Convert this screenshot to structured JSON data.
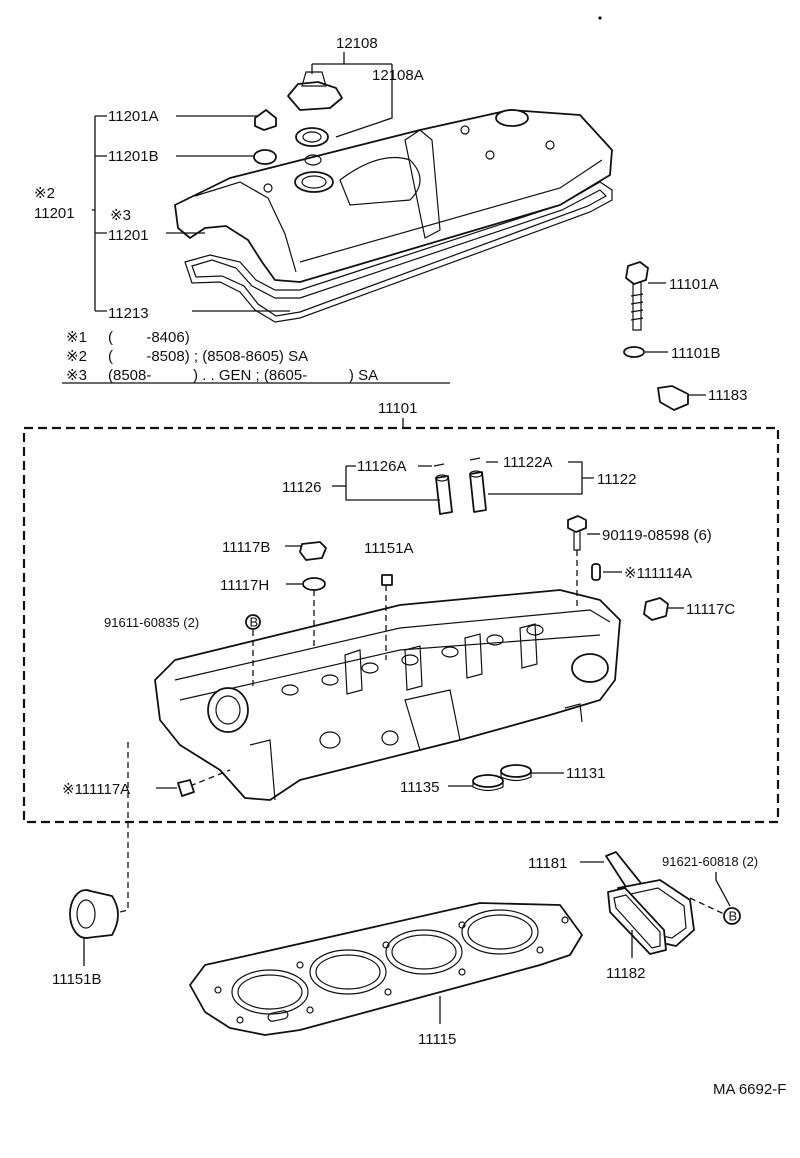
{
  "callouts": {
    "c12108": "12108",
    "c12108A": "12108A",
    "c11201A": "11201A",
    "c11201B": "11201B",
    "c11201_top_mark": "※2",
    "c11201_top": "11201",
    "c11201_mark": "※3",
    "c11201": "11201",
    "c11213": "11213",
    "c11101A": "11101A",
    "c11101B": "11101B",
    "c11183": "11183",
    "c11101": "11101",
    "c11126": "11126",
    "c11126A": "11126A",
    "c11122A": "11122A",
    "c11122": "11122",
    "c90119": "90119-08598 (6)",
    "c11114A": "※111114A",
    "c11117B": "11117B",
    "c11151A": "11151A",
    "c11117H": "11117H",
    "c11117C": "11117C",
    "c91611": "91611-60835 (2)",
    "c11117A": "※111117A",
    "c11135": "11135",
    "c11131": "11131",
    "c11181": "11181",
    "c91621": "91621-60818 (2)",
    "c11151B": "11151B",
    "c11182": "11182",
    "c11115": "11115",
    "ref_b": "B",
    "footer_code": "MA 6692-F"
  },
  "notes": [
    {
      "mark": "※1",
      "text": "(        -8406)"
    },
    {
      "mark": "※2",
      "text": "(        -8508) ; (8508-8605) SA"
    },
    {
      "mark": "※3",
      "text": "(8508-          ) . . GEN ; (8605-          ) SA"
    }
  ]
}
